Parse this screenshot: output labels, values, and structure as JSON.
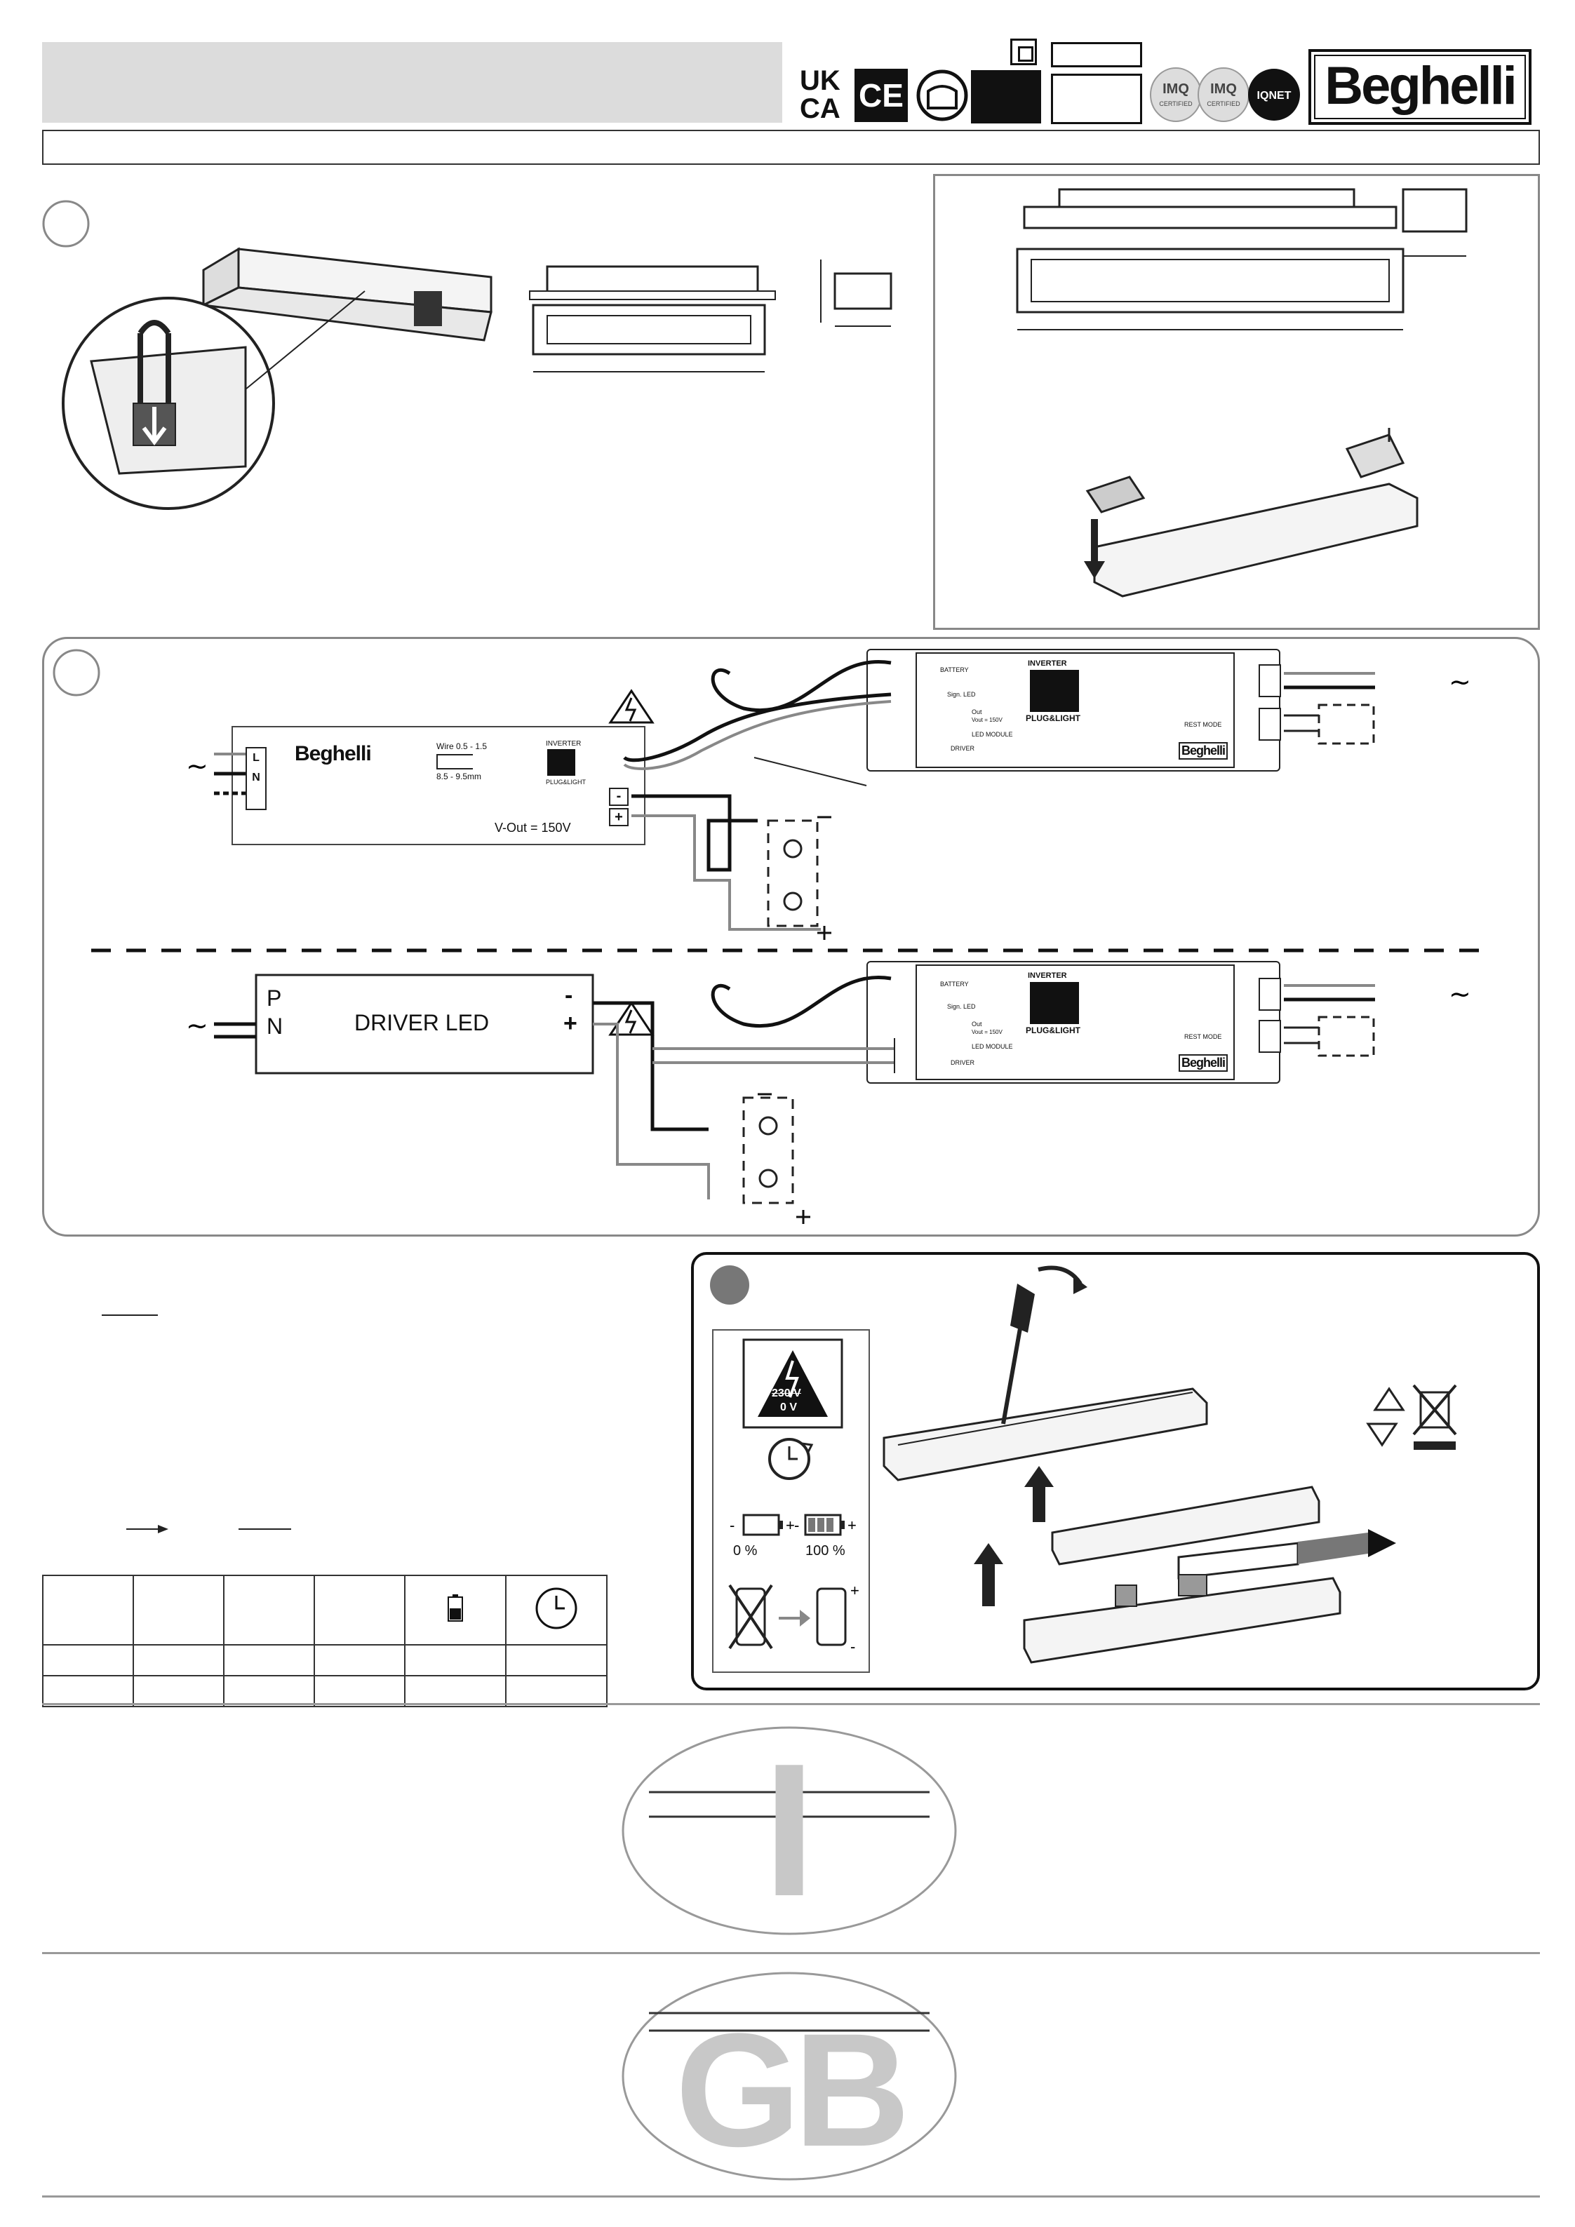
{
  "header": {
    "brand": "Beghelli",
    "ukca_top": "UK",
    "ukca_bottom": "CA",
    "ce": "CE",
    "imq1": "IMQ",
    "imq2": "IMQ",
    "imq_sub": "CERTIFIED",
    "iqnet": "IQNET"
  },
  "wiring_top": {
    "brand": "Beghelli",
    "wire_spec": "Wire 0.5 - 1.5",
    "strip_len": "8.5 - 9.5mm",
    "inverter_label": "INVERTER",
    "plug_label": "PLUG&LIGHT",
    "vout": "V-Out = 150V",
    "terminal_l": "L",
    "terminal_n": "N",
    "terminal_minus": "-",
    "terminal_plus": "+",
    "battery": "BATTERY",
    "sign_led": "Sign. LED",
    "out": "Out",
    "vout_small": "Vout = 150V",
    "led_module": "LED MODULE",
    "driver": "DRIVER",
    "rest_mode": "REST MODE",
    "module_inverter": "INVERTER",
    "module_plug": "PLUG&LIGHT",
    "module_brand": "Beghelli",
    "n": "N",
    "l": "L",
    "plus": "+",
    "minus": "-"
  },
  "wiring_bottom": {
    "p": "P",
    "n": "N",
    "driver_led": "DRIVER LED",
    "minus": "-",
    "plus": "+",
    "battery": "BATTERY",
    "sign_led": "Sign. LED",
    "out": "Out",
    "vout_small": "Vout = 150V",
    "led_module": "LED MODULE",
    "driver": "DRIVER",
    "rest_mode": "REST MODE",
    "module_inverter": "INVERTER",
    "module_plug": "PLUG&LIGHT",
    "module_brand": "Beghelli"
  },
  "battery_panel": {
    "voltage_strike": "230 V",
    "voltage": "0 V",
    "pct0": "0 %",
    "pct100": "100 %"
  },
  "lang": {
    "italian": "I",
    "english": "GB"
  }
}
